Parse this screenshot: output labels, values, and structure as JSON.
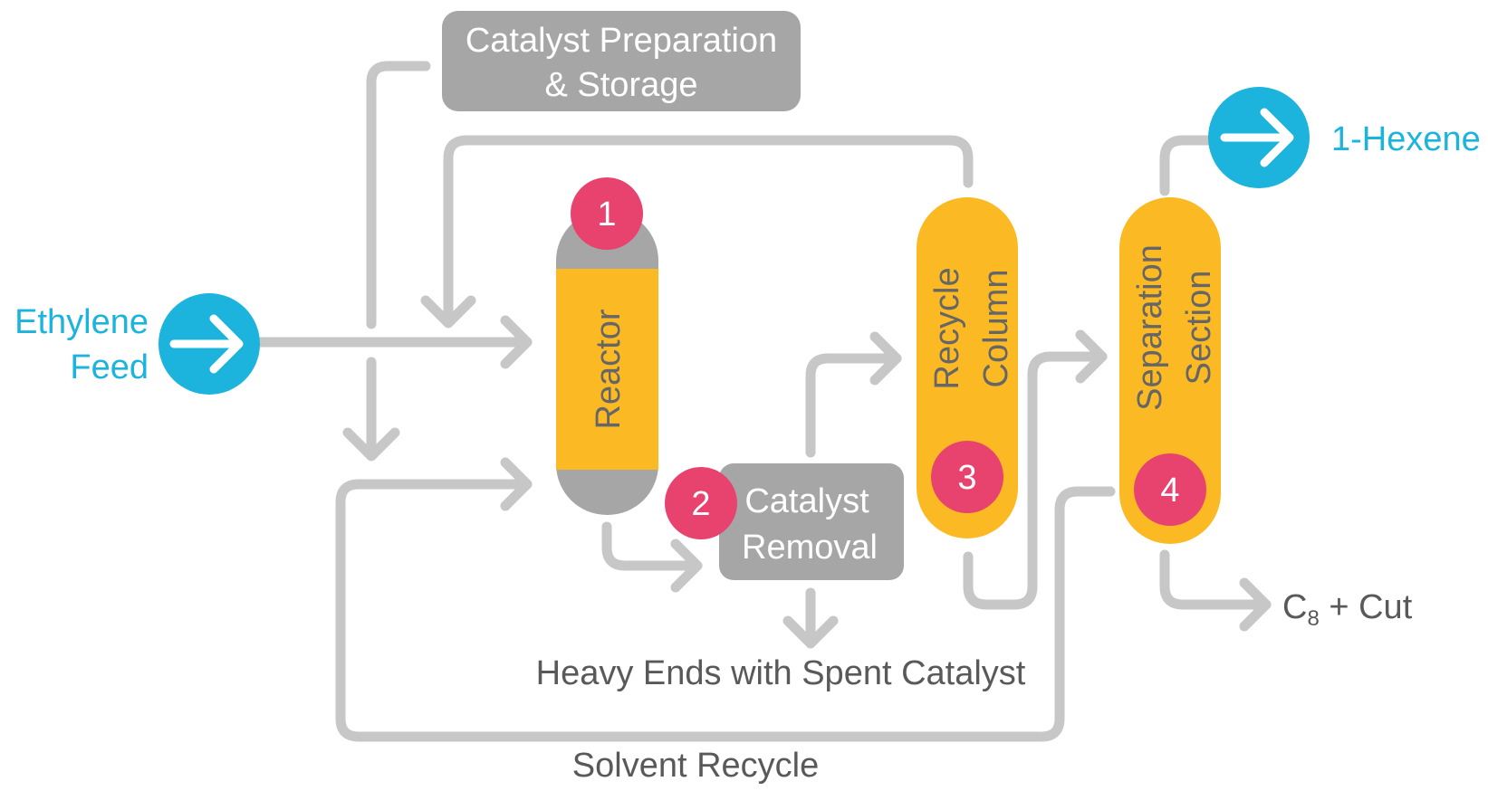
{
  "colors": {
    "line": "#c7c7c7",
    "io_circle": "#1cb4dc",
    "vessel": "#fbba23",
    "vessel_cap": "#a6a6a6",
    "box": "#a6a6a6",
    "badge": "#e8436e",
    "side_text": "#595959"
  },
  "inputs": {
    "ethylene_feed": {
      "line1": "Ethylene",
      "line2": "Feed",
      "icon": "arrow-right-icon"
    }
  },
  "outputs": {
    "hexene": {
      "label": "1-Hexene",
      "icon": "arrow-right-icon"
    },
    "c8_cut": {
      "prefix": "C",
      "subscript": "8",
      "suffix": " + Cut"
    },
    "heavy_ends": {
      "label": "Heavy Ends with Spent Catalyst"
    },
    "solvent_recycle": {
      "label": "Solvent Recycle"
    }
  },
  "units": {
    "catalyst_prep": {
      "line1": "Catalyst Preparation",
      "line2": "& Storage"
    },
    "reactor": {
      "label": "Reactor",
      "step": "1"
    },
    "catalyst_removal": {
      "line1": "Catalyst",
      "line2": "Removal",
      "step": "2"
    },
    "recycle_column": {
      "line1": "Recycle",
      "line2": "Column",
      "step": "3"
    },
    "separation_section": {
      "line1": "Separation",
      "line2": "Section",
      "step": "4"
    }
  }
}
